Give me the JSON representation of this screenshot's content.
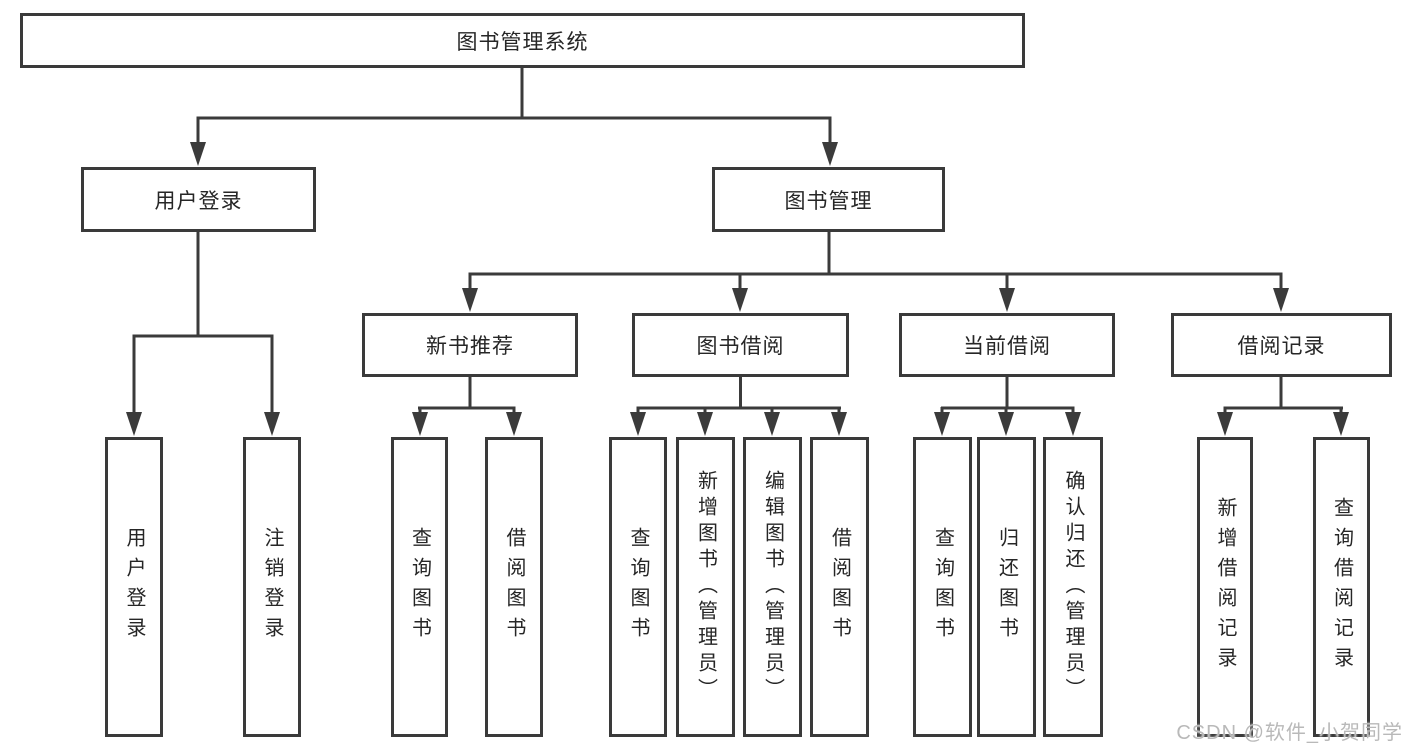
{
  "diagram": {
    "root": "图书管理系统",
    "level2": {
      "user_login": "用户登录",
      "book_mgmt": "图书管理"
    },
    "level3": {
      "new_books": "新书推荐",
      "book_borrow": "图书借阅",
      "current_borrow": "当前借阅",
      "borrow_records": "借阅记录"
    },
    "leaves": {
      "user_login": "用户登录",
      "logout": "注销登录",
      "nb_query": "查询图书",
      "nb_borrow": "借阅图书",
      "bb_query": "查询图书",
      "bb_add": "新增图书（管理员）",
      "bb_edit": "编辑图书（管理员）",
      "bb_borrow": "借阅图书",
      "cb_query": "查询图书",
      "cb_return": "归还图书",
      "cb_confirm": "确认归还（管理员）",
      "br_add": "新增借阅记录",
      "br_query": "查询借阅记录"
    }
  },
  "watermark": "CSDN @软件_小贺同学",
  "colors": {
    "line": "#3b3b3b",
    "border": "#3a3a3a",
    "text": "#262626",
    "watermark": "#b9b9b9",
    "background": "#ffffff"
  }
}
